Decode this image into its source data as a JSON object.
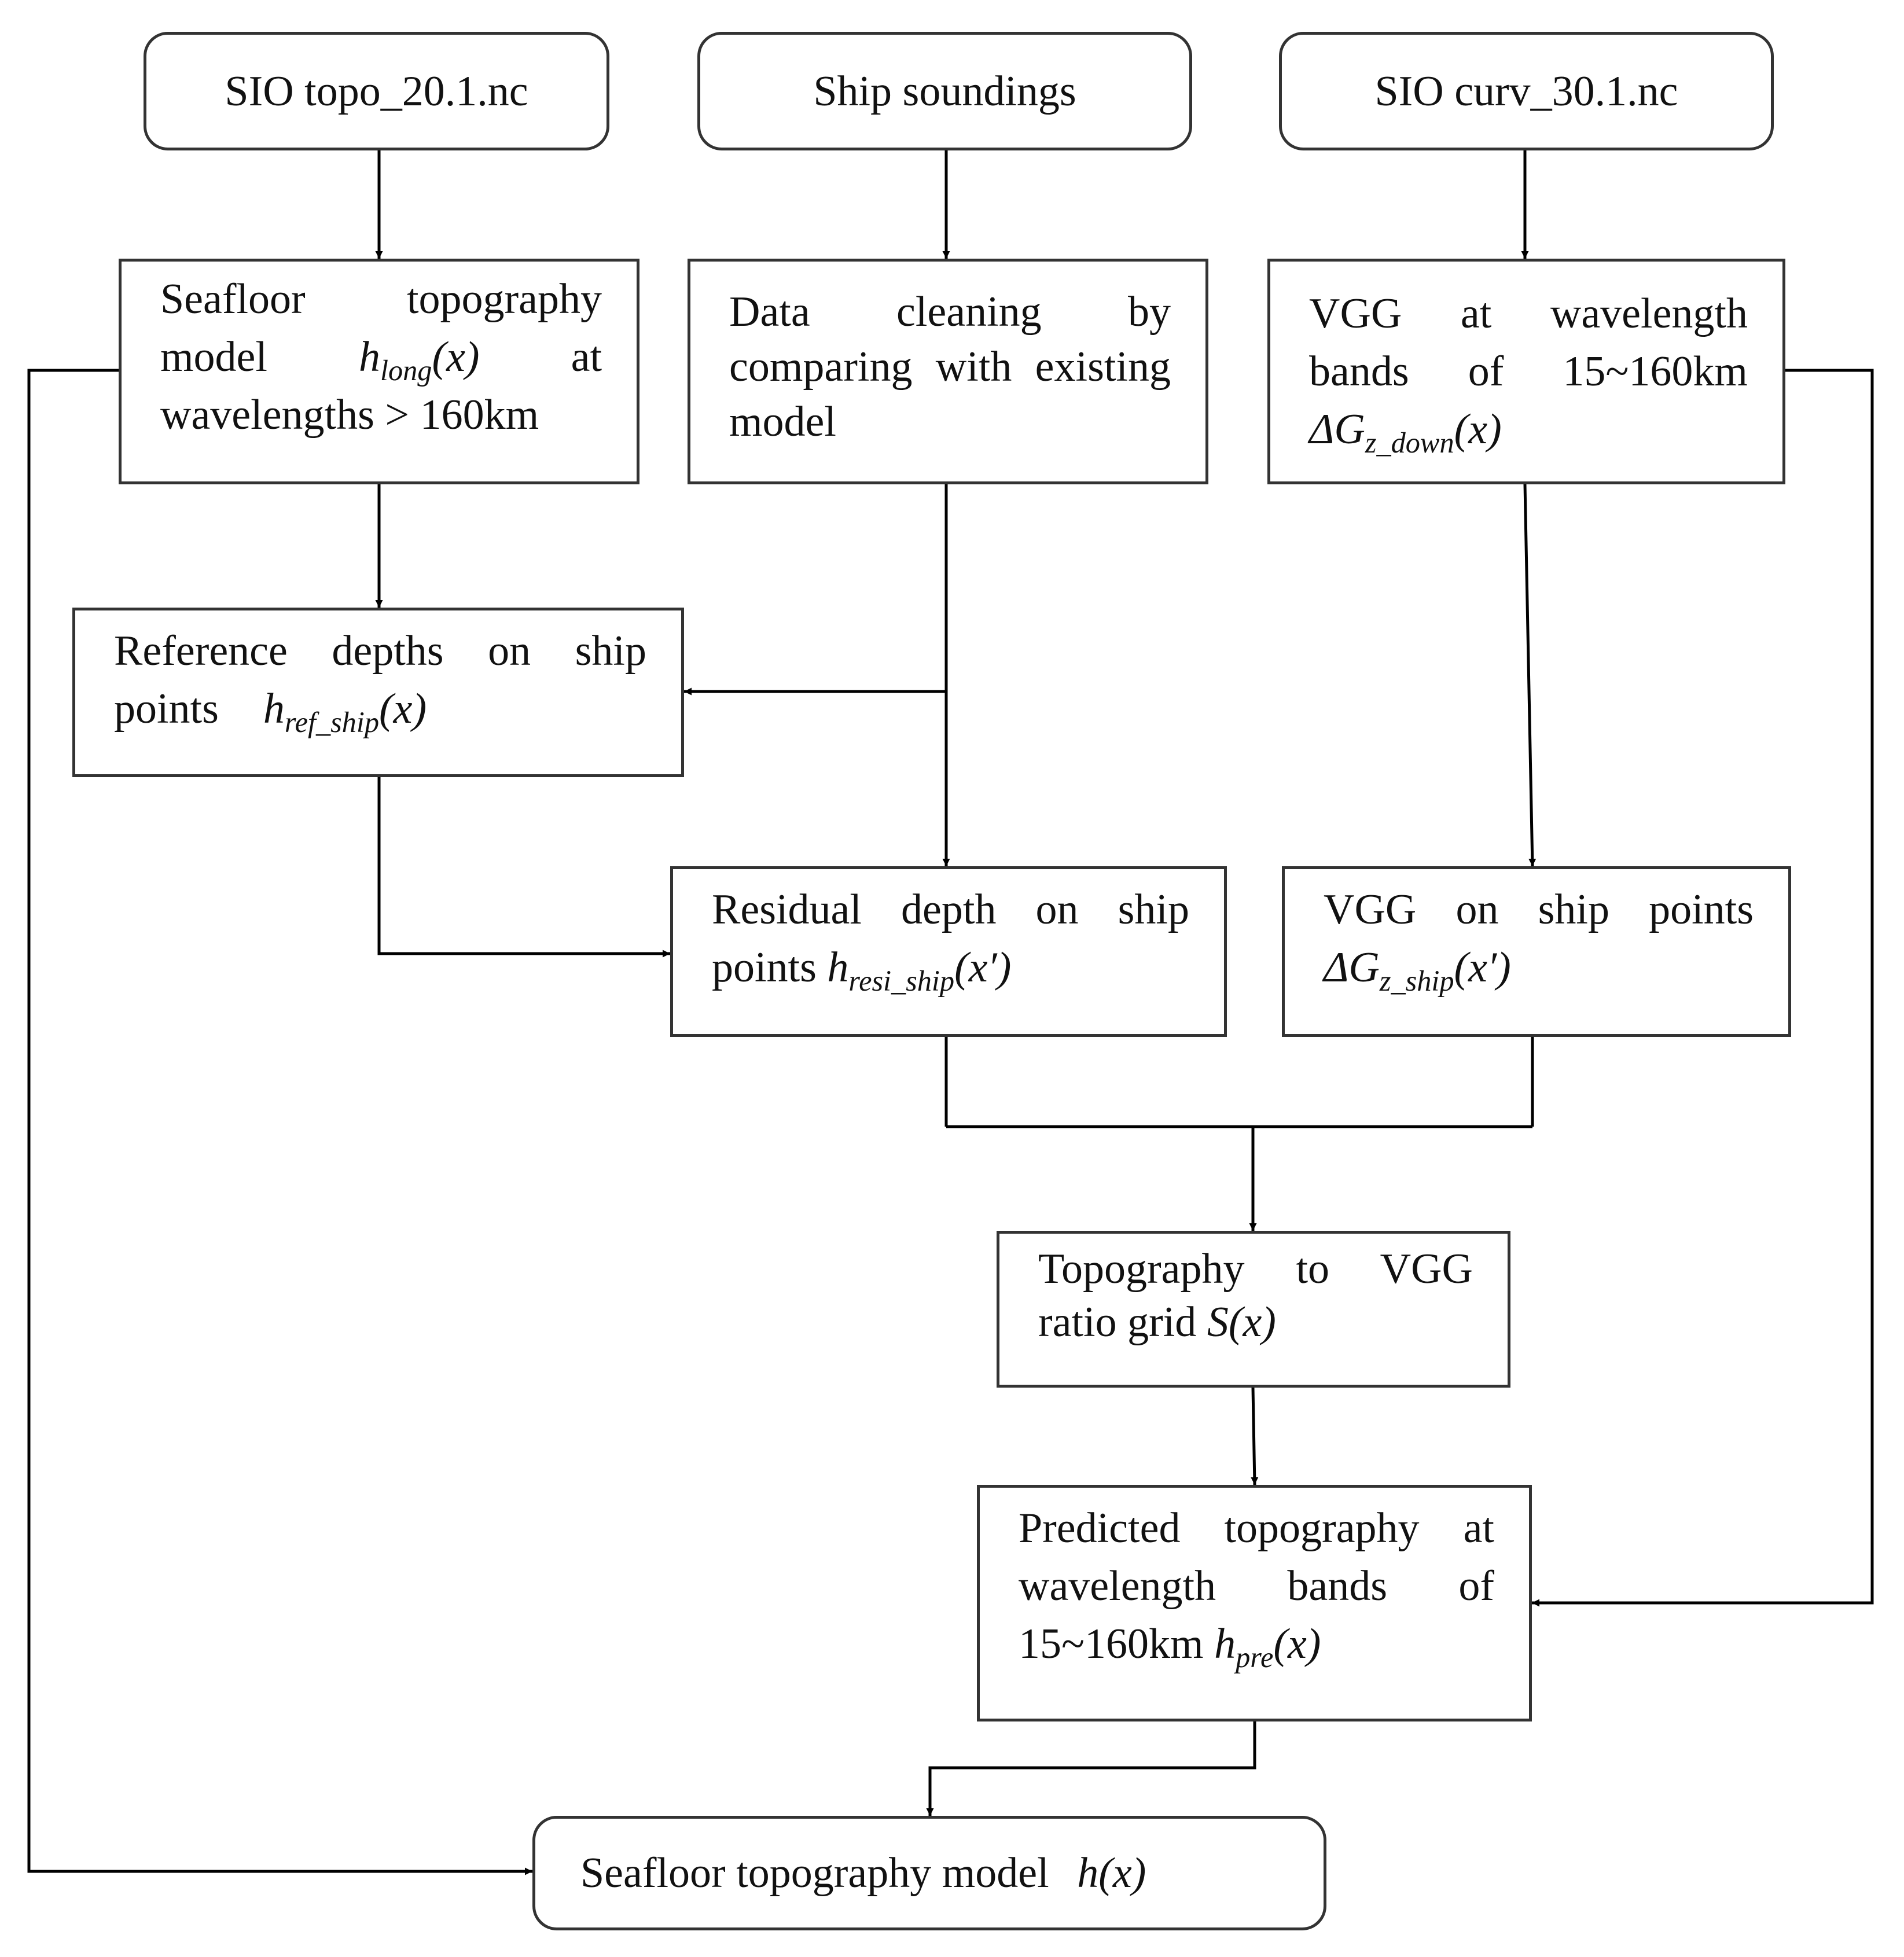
{
  "nodes": {
    "sio_topo": {
      "label": "SIO topo_20.1.nc"
    },
    "ship_soundings": {
      "label": "Ship soundings"
    },
    "sio_curv": {
      "label": "SIO curv_30.1.nc"
    },
    "seafloor_long": {
      "text": "Seafloor topography model",
      "math_main": "h",
      "math_sub": "long",
      "math_arg": "(x)",
      "text_after": "at wavelengths > 160km"
    },
    "data_cleaning": {
      "text": "Data cleaning by comparing with existing model"
    },
    "vgg_bands": {
      "text": "VGG at wavelength bands of 15~160km",
      "math_main": "ΔG",
      "math_sub": "z_down",
      "math_arg": "(x)"
    },
    "reference_depths": {
      "text": "Reference depths on ship points",
      "math_main": "h",
      "math_sub": "ref_ship",
      "math_arg": "(x)"
    },
    "residual_depth": {
      "text": "Residual depth on ship points",
      "math_main": "h",
      "math_sub": "resi_ship",
      "math_arg": "(x′)"
    },
    "vgg_ship": {
      "text": "VGG on ship points",
      "math_main": "ΔG",
      "math_sub": "z_ship",
      "math_arg": "(x′)"
    },
    "ratio_grid": {
      "text": "Topography to VGG ratio grid",
      "math_main": "S",
      "math_arg": "(x)"
    },
    "predicted": {
      "text": "Predicted topography at wavelength bands of 15~160km",
      "math_main": "h",
      "math_sub": "pre",
      "math_arg": "(x)"
    },
    "final_model": {
      "text": "Seafloor topography model",
      "math_main": "h",
      "math_arg": "(x)"
    }
  },
  "colors": {
    "line": "#000000",
    "box_border": "#333333",
    "background": "#ffffff"
  }
}
